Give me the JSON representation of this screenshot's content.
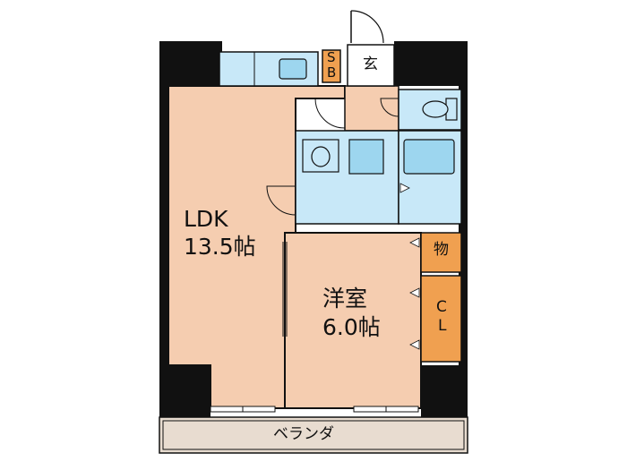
{
  "rooms": {
    "ldk": {
      "name": "LDK",
      "size": "13.5帖"
    },
    "western": {
      "name": "洋室",
      "size": "6.0帖"
    },
    "storage": {
      "name": "物"
    },
    "closet": {
      "name": "C",
      "name2": "L"
    },
    "entrance": {
      "name": "玄"
    },
    "shoebox": {
      "name": "S",
      "name2": "B"
    },
    "balcony": {
      "name": "ベランダ"
    }
  },
  "colors": {
    "wall": "#111111",
    "ldk_floor": "#f5cdb0",
    "wet_area": "#c8e8f8",
    "storage": "#f0a050",
    "balcony": "#e8dcd0",
    "kitchen_counter": "#c8e8f8"
  }
}
